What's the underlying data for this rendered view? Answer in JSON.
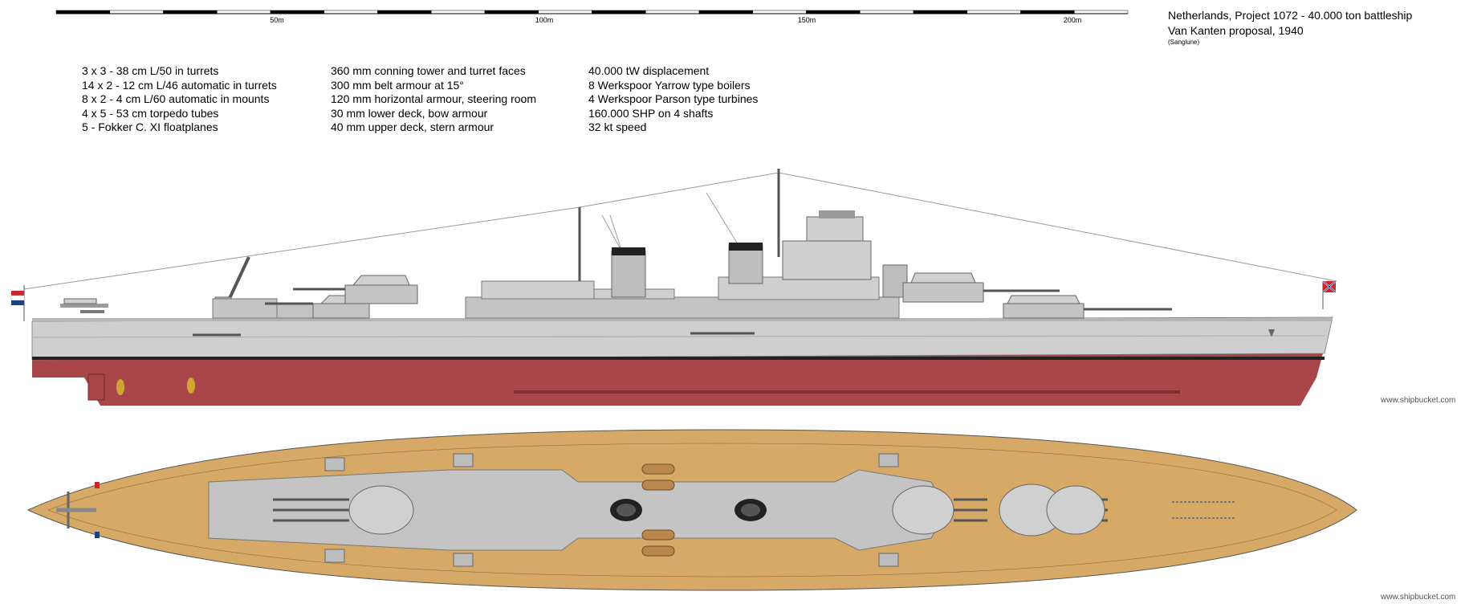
{
  "scale": {
    "labels": [
      "50m",
      "100m",
      "150m",
      "200m"
    ]
  },
  "title": {
    "line1": "Netherlands, Project 1072 - 40.000 ton battleship",
    "line2": "Van Kanten proposal, 1940",
    "credit": "(Sanglune)"
  },
  "specs": {
    "armament": [
      "3 x 3 - 38 cm L/50 in turrets",
      "14 x 2 - 12 cm L/46 automatic in turrets",
      "8 x 2 - 4 cm L/60 automatic in mounts",
      "4 x 5 - 53 cm torpedo tubes",
      "5 - Fokker C. XI floatplanes"
    ],
    "armour": [
      "360 mm conning tower and turret faces",
      "300 mm belt armour at 15°",
      "120 mm horizontal armour, steering room",
      "30 mm lower deck, bow armour",
      "40 mm upper deck, stern armour"
    ],
    "machinery": [
      "40.000 tW displacement",
      "8 Werkspoor Yarrow type boilers",
      "4 Werkspoor Parson type turbines",
      "160.000 SHP on 4 shafts",
      "32 kt speed"
    ]
  },
  "watermark": {
    "side": "www.shipbucket.com",
    "top": "www.shipbucket.com"
  },
  "colors": {
    "hull_grey": "#cfcfcf",
    "antifouling_red": "#a8464a",
    "deck_wood": "#d7a966",
    "superstructure_grey": "#c4c4c4",
    "boot_black": "#222222"
  }
}
